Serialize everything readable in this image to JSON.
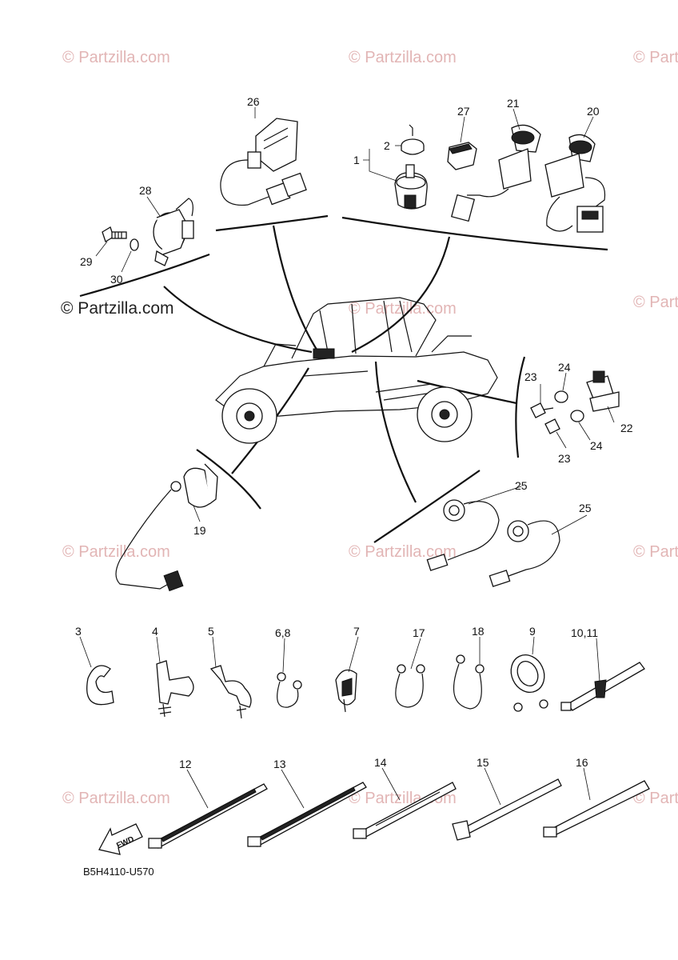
{
  "watermark": {
    "text": "© Partzilla.com",
    "featured_text": "© Partzilla.com"
  },
  "diagram_code": "B5H4110-U570",
  "fwd_label": "FWD",
  "callouts": {
    "c1": "1",
    "c2": "2",
    "c3": "3",
    "c4": "4",
    "c5": "5",
    "c68": "6,8",
    "c7": "7",
    "c9": "9",
    "c1011": "10,11",
    "c12": "12",
    "c13": "13",
    "c14": "14",
    "c15": "15",
    "c16": "16",
    "c17": "17",
    "c18": "18",
    "c19": "19",
    "c20": "20",
    "c21": "21",
    "c22": "22",
    "c23a": "23",
    "c23b": "23",
    "c24a": "24",
    "c24b": "24",
    "c25a": "25",
    "c25b": "25",
    "c26": "26",
    "c27": "27",
    "c28": "28",
    "c29": "29",
    "c30": "30"
  }
}
